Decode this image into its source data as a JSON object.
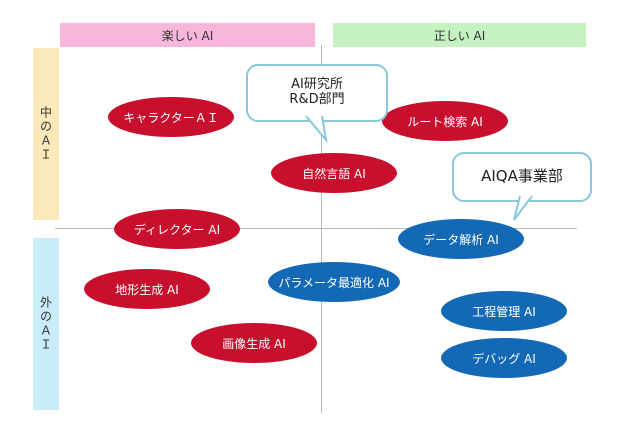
{
  "headers": {
    "left": "楽しい AI",
    "right": "正しい AI"
  },
  "side_labels": {
    "top": "中のＡＩ",
    "bottom": "外のＡＩ"
  },
  "bubbles": {
    "research_line1": "AI研究所",
    "research_line2": "R&D部門",
    "qa": "AIQA事業部"
  },
  "items": {
    "character": "キャラクターＡＩ",
    "route": "ルート検索 AI",
    "nlp": "自然言語 AI",
    "director": "ディレクター AI",
    "data": "データ解析 AI",
    "terrain": "地形生成 AI",
    "param": "パラメータ最適化 AI",
    "process": "工程管理 AI",
    "image": "画像生成 AI",
    "debug": "デバッグ AI"
  },
  "colors": {
    "red": "#c8102e",
    "blue": "#1369b5",
    "bubble_border": "#88c7dc"
  }
}
